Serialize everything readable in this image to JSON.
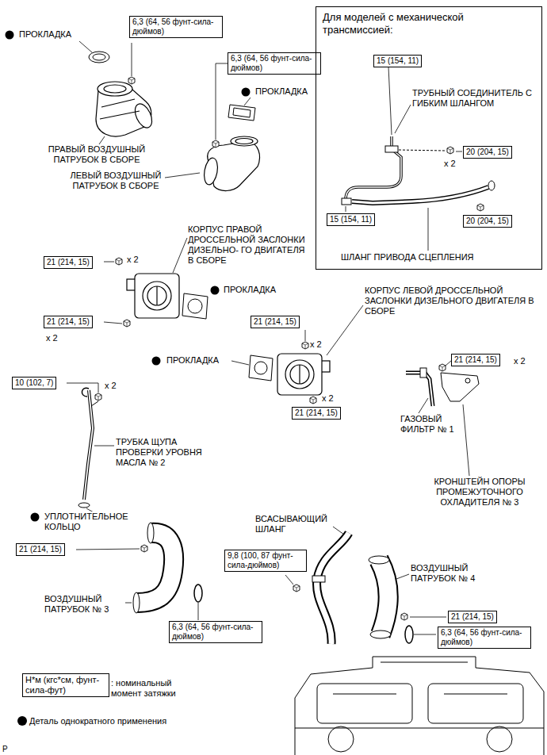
{
  "diagram": {
    "nodes": [
      {
        "text": [
          "6,3 (64, 56 фунт-сила-дюймов)"
        ]
      },
      {
        "text": [
          "6,3 (64, 56 фунт-сила-дюймов)"
        ]
      },
      {
        "text": [
          "Для моделей с механической трансмиссией:"
        ]
      },
      {
        "text": [
          "15 (154, 11)"
        ],
        "in": 2
      },
      {
        "text": [
          "20 (204, 15)"
        ],
        "in": 2
      },
      {
        "text": [
          "15 (154, 11)"
        ],
        "in": 2
      },
      {
        "text": [
          "20 (204, 15)"
        ],
        "in": 2
      },
      {
        "text": [
          "21 (214, 15)"
        ]
      },
      {
        "text": [
          "21 (214, 15)"
        ]
      },
      {
        "text": [
          "21 (214, 15)"
        ]
      },
      {
        "text": [
          "21 (214, 15)"
        ]
      },
      {
        "text": [
          "10 (102, 7)"
        ]
      },
      {
        "text": [
          "21 (214, 15)"
        ]
      },
      {
        "text": [
          "21 (214, 15)"
        ]
      },
      {
        "text": [
          "9,8 (100, 87 фунт-сила-дюймов)"
        ]
      },
      {
        "text": [
          "21 (214, 15)"
        ]
      },
      {
        "text": [
          "6,3 (64, 56 фунт-сила-дюймов)"
        ]
      },
      {
        "text": [
          "6,3 (64, 56 фунт-сила-дюймов)"
        ]
      },
      {
        "text": [
          "Н*м (кгс*см, фунт-сила-фут)"
        ]
      }
    ],
    "labels": [
      "ПРОКЛАДКА",
      "ПРАВЫЙ ВОЗДУШНЫЙ ПАТРУБОК В СБОРЕ",
      "ЛЕВЫЙ ВОЗДУШНЫЙ ПАТРУБОК В СБОРЕ",
      "ПРОКЛАДКА",
      "ТРУБНЫЙ СОЕДИНИТЕЛЬ С ГИБКИМ ШЛАНГОМ",
      "x 2",
      "ШЛАНГ ПРИВОДА СЦЕПЛЕНИЯ",
      "КОРПУС ПРАВОЙ ДРОССЕЛЬНОЙ ЗАСЛОНКИ ДИЗЕЛЬНО- ГО ДВИГАТЕЛЯ В СБОРЕ",
      "x 2",
      "ПРОКЛАДКА",
      "x 2",
      "КОРПУС ЛЕВОЙ ДРОССЕЛЬНОЙ ЗАСЛОНКИ ДИЗЕЛЬНОГО ДВИГАТЕЛЯ В СБОРЕ",
      "x 2",
      "ПРОКЛАДКА",
      "x 2",
      "x 2",
      "x 2",
      "ГАЗОВЫЙ ФИЛЬТР № 1",
      "ТРУБКА ЩУПА ПРОВЕРКИ УРОВНЯ МАСЛА № 2",
      "КРОНШТЕЙН ОПОРЫ ПРОМЕЖУТОЧНОГО ОХЛАДИТЕЛЯ № 3",
      "УПЛОТНИТЕЛЬНОЕ КОЛЬЦО",
      "ВСАСЫВАЮЩИЙ ШЛАНГ",
      "ВОЗДУШНЫЙ ПАТРУБОК № 4",
      "ВОЗДУШНЫЙ ПАТРУБОК № 3",
      "P"
    ],
    "legend": [
      {
        "text": ": номинальный момент затяжки"
      },
      {
        "text": "Деталь однократного применения"
      }
    ]
  }
}
